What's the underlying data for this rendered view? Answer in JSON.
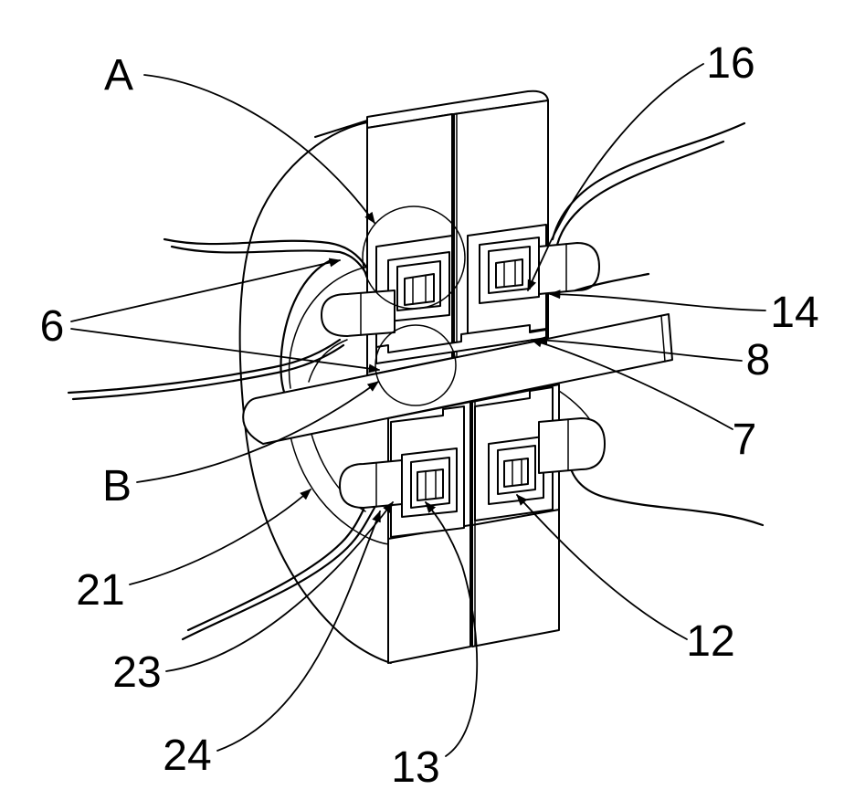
{
  "labels": {
    "a": "A",
    "n16": "16",
    "n6": "6",
    "n14": "14",
    "n8": "8",
    "n7": "7",
    "b": "B",
    "n21": "21",
    "n12": "12",
    "n23": "23",
    "n24": "24",
    "n13": "13"
  }
}
